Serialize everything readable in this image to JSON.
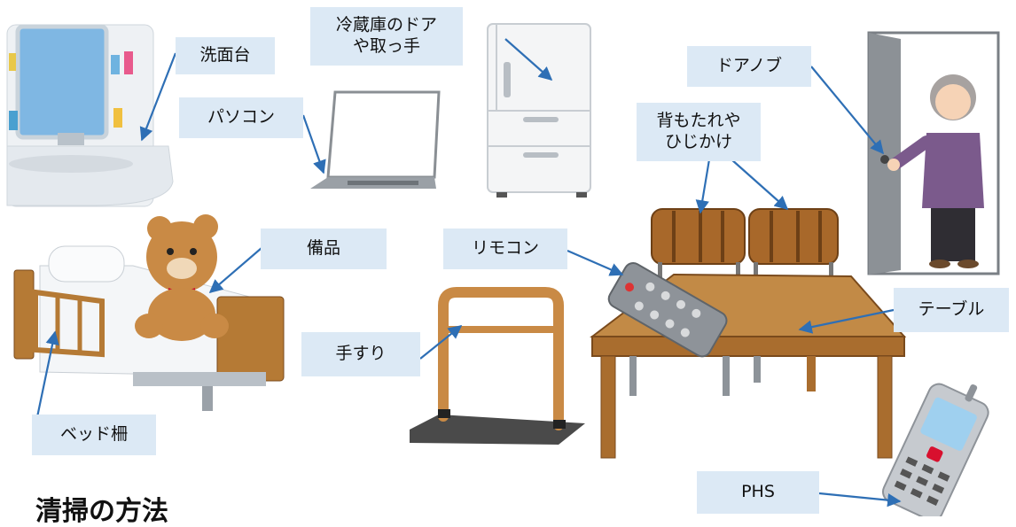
{
  "labels": {
    "sink": "洗面台",
    "fridge_door": "冷蔵庫のドア\nや取っ手",
    "pc": "パソコン",
    "door_knob": "ドアノブ",
    "backrest": "背もたれや\nひじかけ",
    "supplies": "備品",
    "remote": "リモコン",
    "table": "テーブル",
    "handrail": "手すり",
    "bed_rail": "ベッド柵",
    "phs": "PHS"
  },
  "heading": "清掃の方法",
  "colors": {
    "label_bg": "#dce9f5",
    "arrow": "#2e6fb5",
    "wood": "#b57a35",
    "wood_dark": "#7a4a1c"
  }
}
